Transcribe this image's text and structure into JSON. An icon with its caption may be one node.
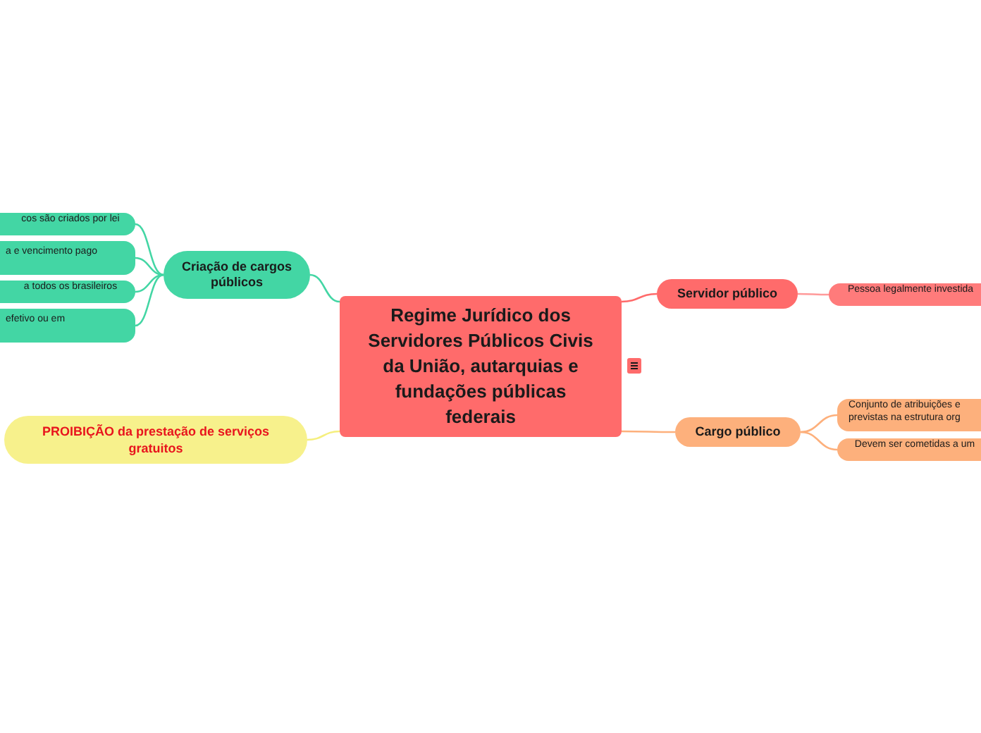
{
  "diagram": {
    "nodes": [
      {
        "text": [
          "Regime Jurídico dos Servidores Públicos Civis da União, autarquias e fundações públicas federais"
        ]
      },
      {
        "text": [
          "Criação de cargos públicos"
        ]
      },
      {
        "text": [
          "cos são criados por lei"
        ]
      },
      {
        "text": [
          "a e vencimento pago"
        ]
      },
      {
        "text": [
          "a todos os brasileiros"
        ]
      },
      {
        "text": [
          "efetivo ou em"
        ]
      },
      {
        "text": [
          "PROIBIÇÃO da prestação de serviços gratuitos"
        ]
      },
      {
        "text": [
          "Servidor público"
        ]
      },
      {
        "text": [
          "Pessoa legalmente investida"
        ]
      },
      {
        "text": [
          "Cargo público"
        ]
      },
      {
        "text": [
          "Conjunto de atribuições e previstas na estrutura org"
        ]
      },
      {
        "text": [
          "Devem ser cometidas a um"
        ]
      }
    ],
    "edges": [
      {
        "from": 0,
        "to": 1,
        "arrow": "none",
        "color": "#43d6a4"
      },
      {
        "from": 1,
        "to": 2,
        "arrow": "none",
        "color": "#43d6a4"
      },
      {
        "from": 1,
        "to": 3,
        "arrow": "none",
        "color": "#43d6a4"
      },
      {
        "from": 1,
        "to": 4,
        "arrow": "none",
        "color": "#43d6a4"
      },
      {
        "from": 1,
        "to": 5,
        "arrow": "none",
        "color": "#43d6a4"
      },
      {
        "from": 0,
        "to": 6,
        "arrow": "none",
        "color": "#f5ef7e"
      },
      {
        "from": 0,
        "to": 7,
        "arrow": "none",
        "color": "#ff6b6b"
      },
      {
        "from": 7,
        "to": 8,
        "arrow": "none",
        "color": "#ff9a9a"
      },
      {
        "from": 0,
        "to": 9,
        "arrow": "none",
        "color": "#fdb07c"
      },
      {
        "from": 9,
        "to": 10,
        "arrow": "none",
        "color": "#fdb07c"
      },
      {
        "from": 9,
        "to": 11,
        "arrow": "none",
        "color": "#fdb07c"
      }
    ]
  }
}
